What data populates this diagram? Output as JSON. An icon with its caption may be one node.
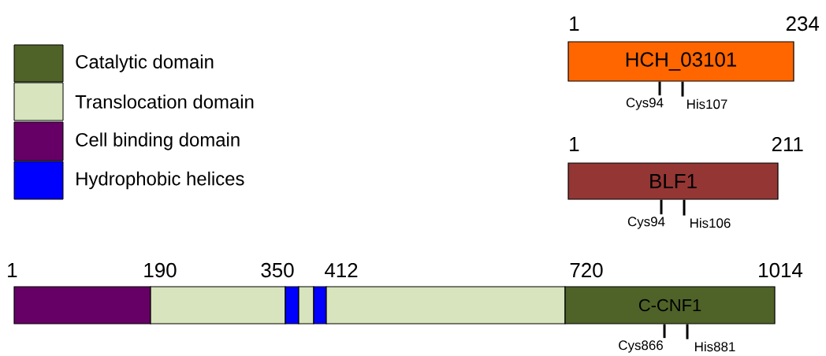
{
  "diagram": {
    "nodes": [
      {
        "text": [
          "HCH_03101"
        ]
      },
      {
        "text": [
          "BLF1"
        ]
      },
      {
        "text": [],
        "shape": "bar"
      },
      {
        "text": [],
        "shape": "bar"
      },
      {
        "text": [],
        "shape": "bar"
      },
      {
        "text": [],
        "shape": "bar"
      },
      {
        "text": [],
        "shape": "bar"
      },
      {
        "text": [],
        "shape": "bar"
      },
      {
        "text": [
          "C-CNF1"
        ]
      },
      {
        "text": [
          "Cys94"
        ]
      },
      {
        "text": [
          "His107"
        ]
      },
      {
        "text": [
          "Cys94"
        ]
      },
      {
        "text": [
          "His106"
        ]
      },
      {
        "text": [
          "Cys866"
        ]
      },
      {
        "text": [
          "His881"
        ]
      }
    ],
    "edges": [
      {
        "from": 9,
        "to": 0,
        "arrow": "none"
      },
      {
        "from": 10,
        "to": 0,
        "arrow": "none"
      },
      {
        "from": 11,
        "to": 1,
        "arrow": "none"
      },
      {
        "from": 12,
        "to": 1,
        "arrow": "none"
      },
      {
        "from": 13,
        "to": 8,
        "arrow": "none"
      },
      {
        "from": 14,
        "to": 8,
        "arrow": "none"
      }
    ],
    "labels": [
      "1",
      "234",
      "1",
      "211",
      "1",
      "190",
      "350",
      "412",
      "720",
      "1014"
    ],
    "legend": [
      {
        "text": "Catalytic domain",
        "color": "#4f6228"
      },
      {
        "text": "Translocation domain",
        "color": "#d7e4bd"
      },
      {
        "text": "Cell binding domain",
        "color": "#660066"
      },
      {
        "text": "Hydrophobic helices",
        "color": "#0000ff"
      }
    ]
  }
}
